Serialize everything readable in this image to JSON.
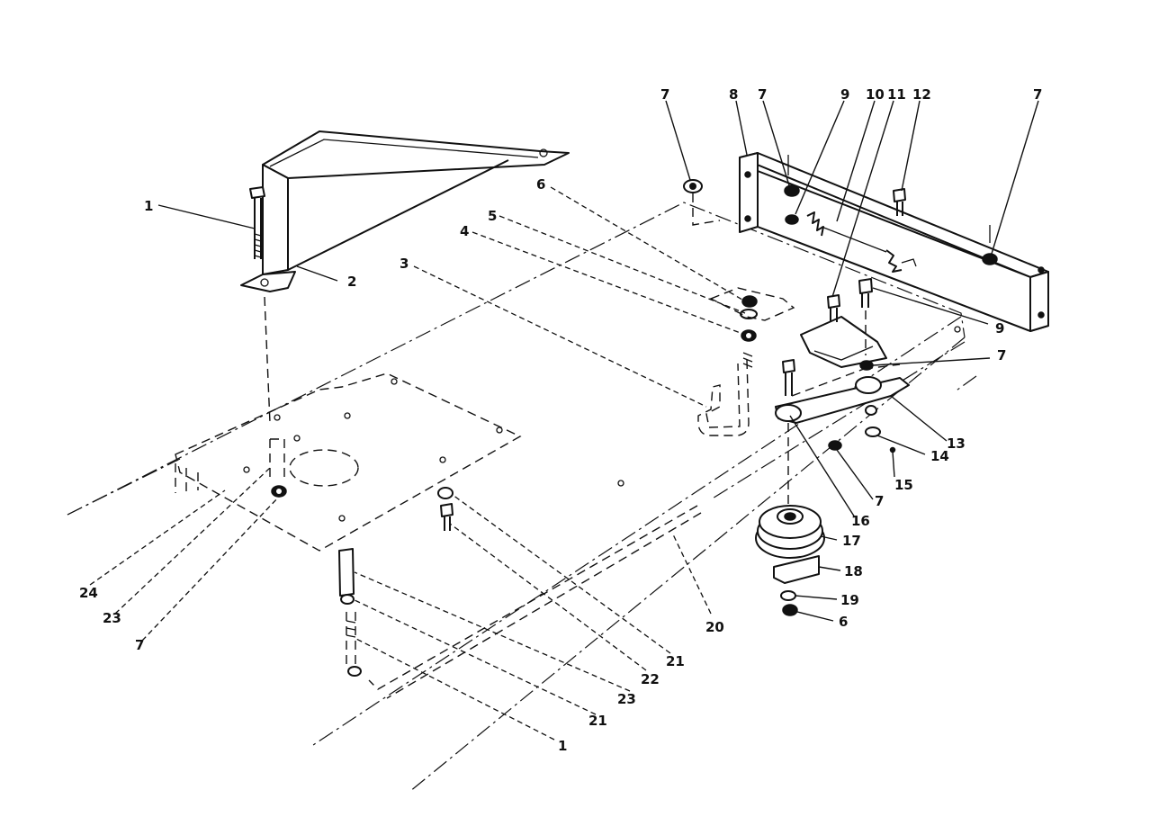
{
  "callouts": [
    {
      "id": "c1a",
      "text": "1"
    },
    {
      "id": "c2",
      "text": "2"
    },
    {
      "id": "c3",
      "text": "3"
    },
    {
      "id": "c4",
      "text": "4"
    },
    {
      "id": "c5",
      "text": "5"
    },
    {
      "id": "c6a",
      "text": "6"
    },
    {
      "id": "c7a",
      "text": "7"
    },
    {
      "id": "c8",
      "text": "8"
    },
    {
      "id": "c7b",
      "text": "7"
    },
    {
      "id": "c9a",
      "text": "9"
    },
    {
      "id": "c10",
      "text": "10"
    },
    {
      "id": "c11",
      "text": "11"
    },
    {
      "id": "c12",
      "text": "12"
    },
    {
      "id": "c7c",
      "text": "7"
    },
    {
      "id": "c9b",
      "text": "9"
    },
    {
      "id": "c7d",
      "text": "7"
    },
    {
      "id": "c13",
      "text": "13"
    },
    {
      "id": "c14",
      "text": "14"
    },
    {
      "id": "c15",
      "text": "15"
    },
    {
      "id": "c16",
      "text": "16"
    },
    {
      "id": "c7e",
      "text": "7"
    },
    {
      "id": "c17",
      "text": "17"
    },
    {
      "id": "c18",
      "text": "18"
    },
    {
      "id": "c19",
      "text": "19"
    },
    {
      "id": "c6b",
      "text": "6"
    },
    {
      "id": "c20",
      "text": "20"
    },
    {
      "id": "c21a",
      "text": "21"
    },
    {
      "id": "c22",
      "text": "22"
    },
    {
      "id": "c23a",
      "text": "23"
    },
    {
      "id": "c21b",
      "text": "21"
    },
    {
      "id": "c1b",
      "text": "1"
    },
    {
      "id": "c24",
      "text": "24"
    },
    {
      "id": "c23b",
      "text": "23"
    },
    {
      "id": "c7f",
      "text": "7"
    }
  ]
}
